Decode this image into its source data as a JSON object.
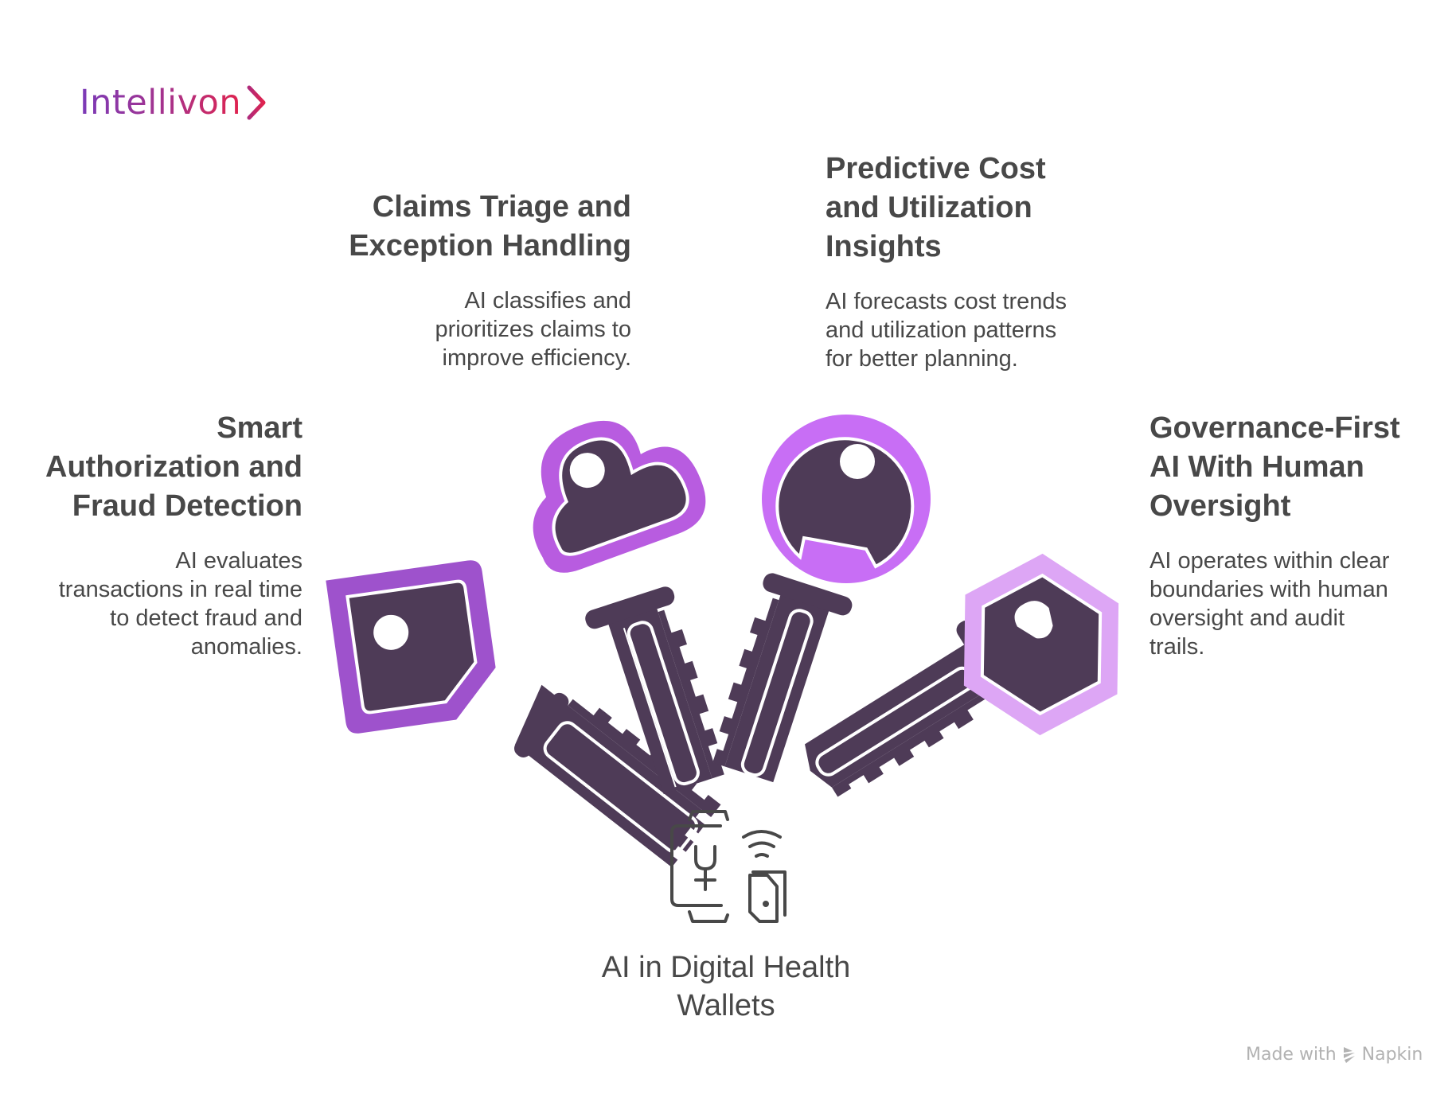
{
  "logo": {
    "text": "Intellivon",
    "chevron": "chevron-right-icon",
    "gradient": [
      "#7a3ab8",
      "#e0234e"
    ]
  },
  "center": {
    "title": "AI in Digital Health\nWallets",
    "icon": "smartwatch-wallet-nfc-icon"
  },
  "items": [
    {
      "title": "Smart\nAuthorization and\nFraud Detection",
      "body": "AI evaluates\ntransactions in real time\nto detect fraud and\nanomalies.",
      "key_shape": "tag",
      "accent": "#9e52cc"
    },
    {
      "title": "Claims Triage and\nException Handling",
      "body": "AI classifies and\nprioritizes claims to\nimprove efficiency.",
      "key_shape": "cloud",
      "accent": "#b85ce0"
    },
    {
      "title": "Predictive Cost\nand Utilization\nInsights",
      "body": "AI forecasts cost trends\nand utilization patterns\nfor better planning.",
      "key_shape": "round",
      "accent": "#c86ef5"
    },
    {
      "title": "Governance-First\nAI With Human\nOversight",
      "body": "AI operates within clear\nboundaries with human\noversight and audit\ntrails.",
      "key_shape": "hexagon",
      "accent": "#dda6f5"
    }
  ],
  "colors": {
    "key_body": "#4e3b57",
    "text": "#484848"
  },
  "footer": {
    "made_with": "Made with",
    "brand": "Napkin",
    "icon": "napkin-logo-icon"
  }
}
